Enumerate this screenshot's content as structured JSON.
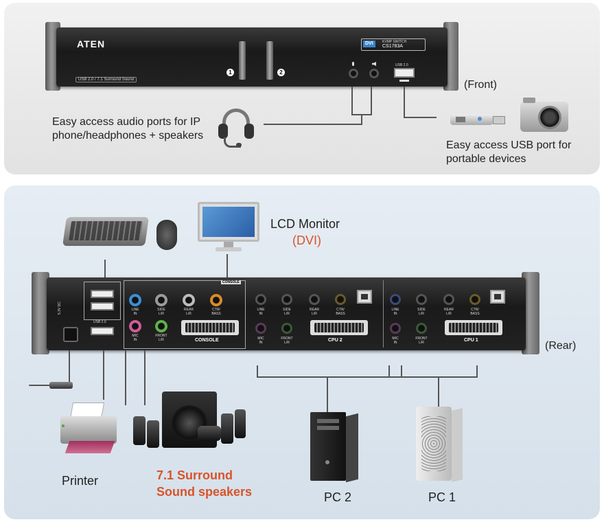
{
  "front": {
    "brand": "ATEN",
    "model_badge": "DVI",
    "model_line1": "KVMP SWITCH",
    "model_line2": "CS1783A",
    "subtitle": "USB 2.0 / 7.1 Surround Sound",
    "port1": "1",
    "port2": "2",
    "usb_label": "USB 2.0",
    "section_label": "(Front)",
    "audio_callout": "Easy access audio ports for IP phone/headphones + speakers",
    "usb_callout": "Easy access USB port for portable devices"
  },
  "rear": {
    "section_label": "(Rear)",
    "monitor_label": "LCD Monitor",
    "monitor_sub": "(DVI)",
    "console_tag": "CONSOLE",
    "console_label": "CONSOLE",
    "cpu2_label": "CPU 2",
    "cpu1_label": "CPU 1",
    "usb_label": "USB 2.0",
    "power_label": "5.3V DC",
    "jack_labels": {
      "line_in": "LINE\nIN",
      "side": "SIDE\nL/R",
      "rear": "REAR\nL/R",
      "ctr": "CTR/\nBASS",
      "mic": "MIC\nIN",
      "front": "FRONT\nL/R"
    },
    "printer_label": "Printer",
    "speakers_label_1": "7.1 Surround",
    "speakers_label_2": "Sound speakers",
    "pc2_label": "PC 2",
    "pc1_label": "PC 1"
  },
  "colors": {
    "accent_orange": "#d9532a",
    "jack_blue": "#3b8fd6",
    "jack_green": "#5fb14a",
    "jack_pink": "#d05a9a",
    "jack_gray": "#9a9a9a",
    "jack_orange": "#d98b2a",
    "jack_black": "#222222"
  }
}
